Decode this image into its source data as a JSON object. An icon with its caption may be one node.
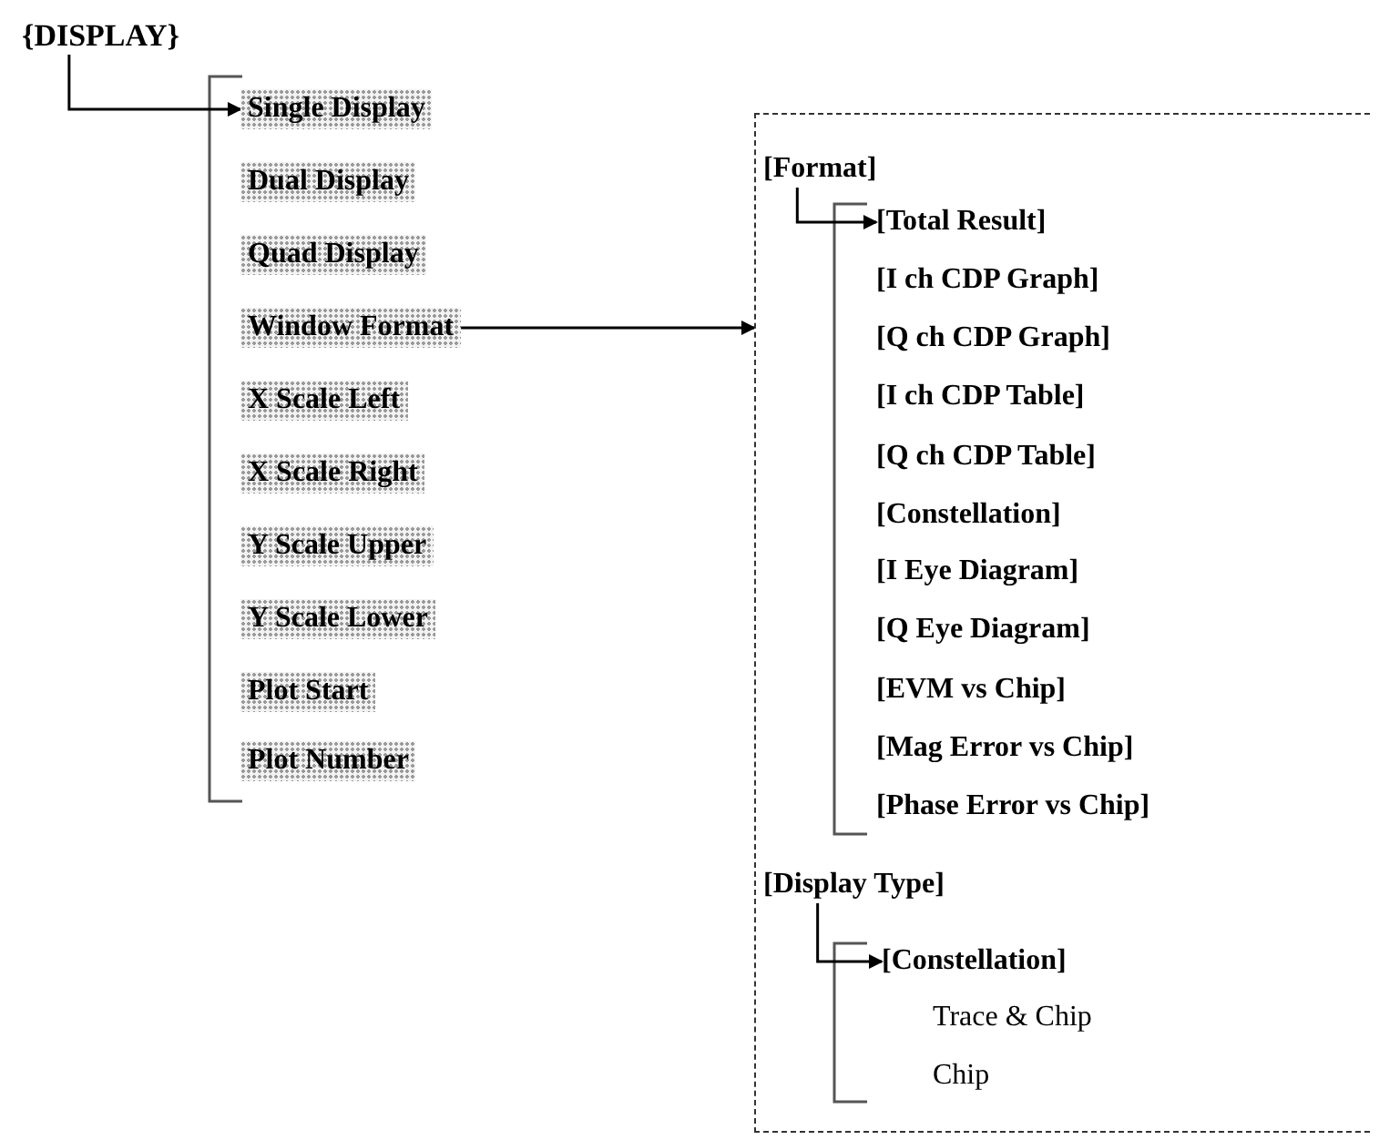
{
  "diagram": {
    "nodes": [
      {
        "text": [
          "{DISPLAY}"
        ]
      },
      {
        "text": [
          "Single Display"
        ]
      },
      {
        "text": [
          "Dual Display"
        ]
      },
      {
        "text": [
          "Quad Display"
        ]
      },
      {
        "text": [
          "Window Format"
        ]
      },
      {
        "text": [
          "X Scale Left"
        ]
      },
      {
        "text": [
          "X Scale Right"
        ]
      },
      {
        "text": [
          "Y Scale Upper"
        ]
      },
      {
        "text": [
          "Y Scale Lower"
        ]
      },
      {
        "text": [
          "Plot Start"
        ]
      },
      {
        "text": [
          "Plot Number"
        ]
      },
      {
        "text": [],
        "shape": "box"
      },
      {
        "text": [
          "[Format]"
        ],
        "in": 11
      },
      {
        "text": [
          "[Total Result]"
        ],
        "in": 11
      },
      {
        "text": [
          "[I ch CDP Graph]"
        ],
        "in": 11
      },
      {
        "text": [
          "[Q ch CDP Graph]"
        ],
        "in": 11
      },
      {
        "text": [
          "[I ch CDP Table]"
        ],
        "in": 11
      },
      {
        "text": [
          "[Q ch CDP Table]"
        ],
        "in": 11
      },
      {
        "text": [
          "[Constellation]"
        ],
        "in": 11
      },
      {
        "text": [
          "[I Eye Diagram]"
        ],
        "in": 11
      },
      {
        "text": [
          "[Q Eye Diagram]"
        ],
        "in": 11
      },
      {
        "text": [
          "[EVM vs Chip]"
        ],
        "in": 11
      },
      {
        "text": [
          "[Mag Error vs Chip]"
        ],
        "in": 11
      },
      {
        "text": [
          "[Phase Error vs Chip]"
        ],
        "in": 11
      },
      {
        "text": [
          "[Display Type]"
        ],
        "in": 11
      },
      {
        "text": [
          "[Constellation]"
        ],
        "in": 11
      },
      {
        "text": [
          "Trace & Chip"
        ],
        "in": 11
      },
      {
        "text": [
          "Chip"
        ],
        "in": 11
      }
    ],
    "edges": [
      {
        "from": 0,
        "to": 1,
        "arrow": "to"
      },
      {
        "from": 4,
        "to": 11,
        "arrow": "to"
      },
      {
        "from": 12,
        "to": 13,
        "arrow": "to"
      },
      {
        "from": 24,
        "to": 25,
        "arrow": "to"
      }
    ]
  }
}
